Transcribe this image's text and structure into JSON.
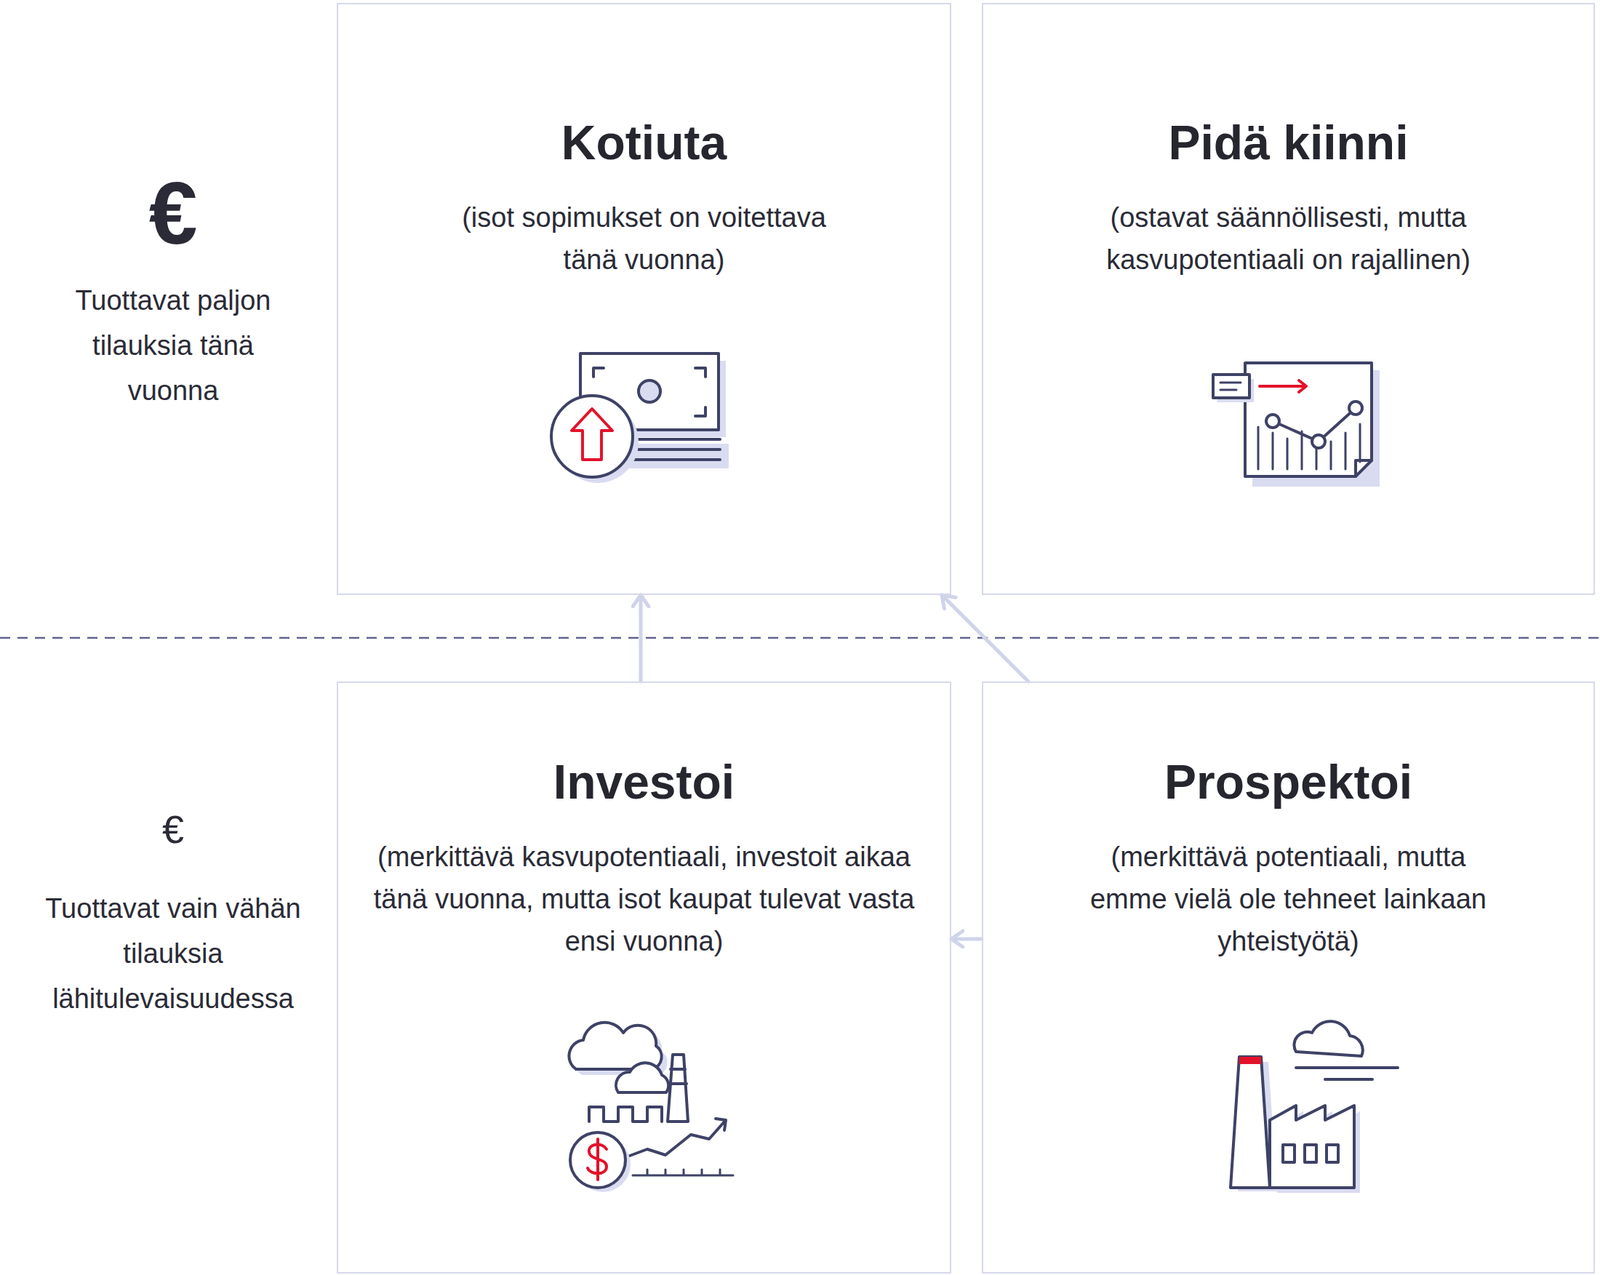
{
  "diagram": {
    "nodes": [
      {
        "text": [
          "Kotiuta",
          "(isot sopimukset on voitettava tänä vuonna)"
        ]
      },
      {
        "text": [
          "Pidä kiinni",
          "(ostavat säännöllisesti, mutta kasvupotentiaali on rajallinen)"
        ]
      },
      {
        "text": [
          "Investoi",
          "(merkittävä kasvupotentiaali, investoit aikaa tänä vuonna, mutta isot kaupat tulevat vasta ensi vuonna)"
        ]
      },
      {
        "text": [
          "Prospektoi",
          "(merkittävä potentiaali, mutta emme vielä ole tehneet lainkaan yhteistyötä)"
        ]
      }
    ],
    "edges": [
      {
        "from": 2,
        "to": 0,
        "arrow": "to"
      },
      {
        "from": 3,
        "to": 0,
        "arrow": "to"
      },
      {
        "from": 3,
        "to": 2,
        "arrow": "to"
      }
    ],
    "labels": [
      "€",
      "Tuottavat paljon tilauksia tänä vuonna",
      "€",
      "Tuottavat vain vähän tilauksia lähitulevaisuudessa"
    ]
  }
}
